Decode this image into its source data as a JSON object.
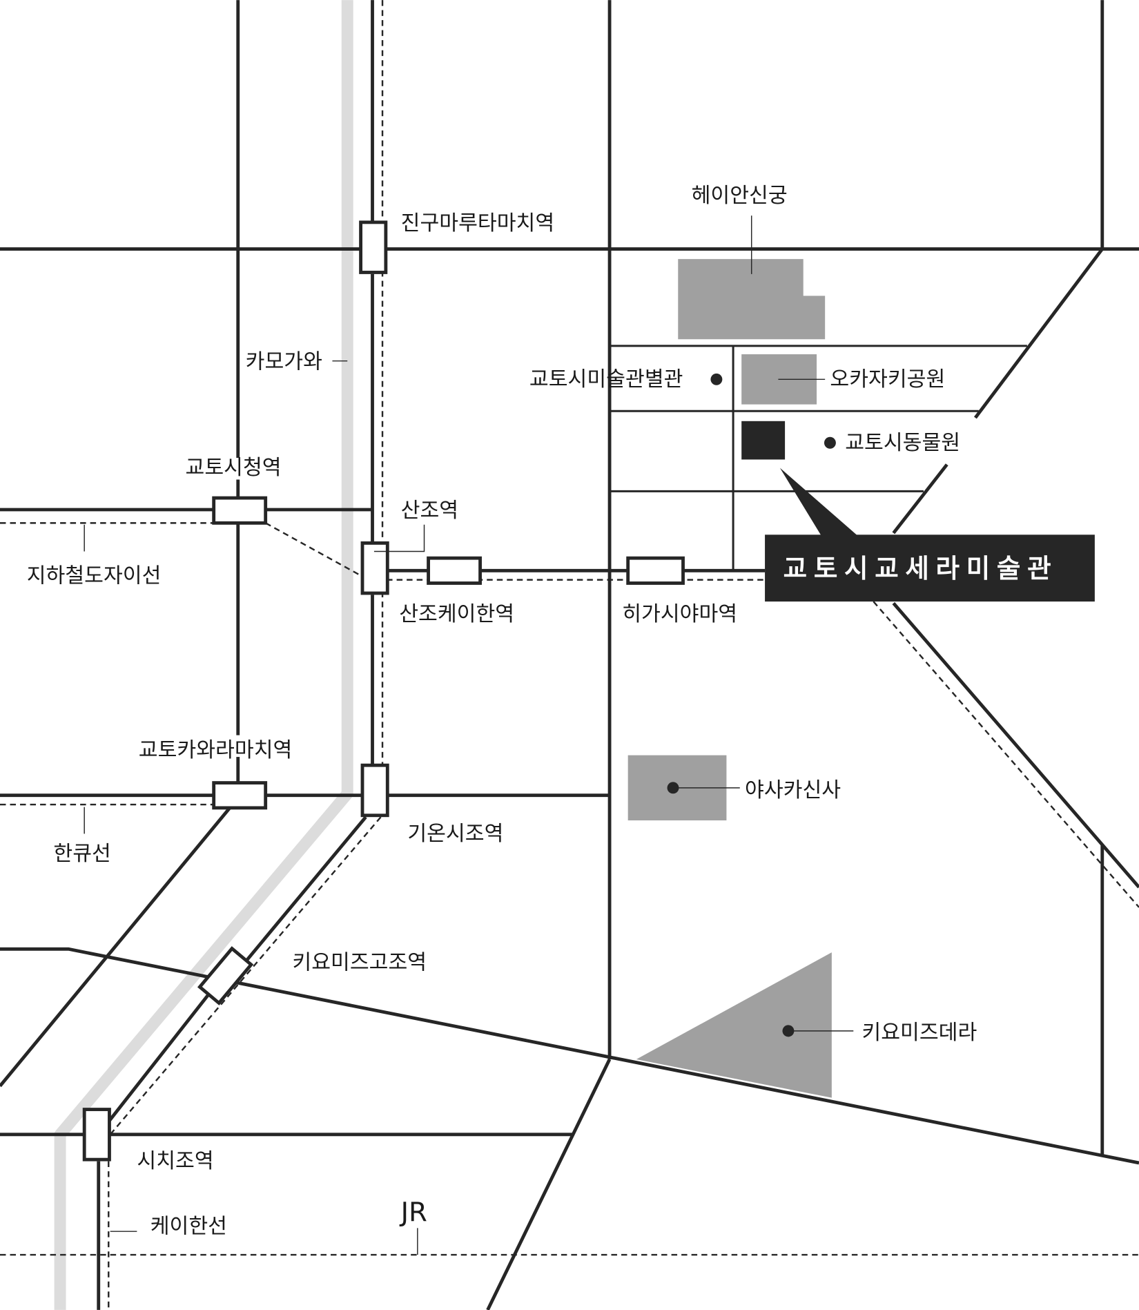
{
  "map": {
    "title": "교토시교세라미술관",
    "colors": {
      "road": "#262626",
      "landmark": "#a0a0a0",
      "river": "#dcdcdc",
      "highlight_bg": "#262626",
      "highlight_text": "#ffffff",
      "background": "#ffffff"
    },
    "stations": [
      {
        "id": "jingu-marutamachi",
        "label": "진구마루타마치역"
      },
      {
        "id": "kyoto-shiyakusho",
        "label": "교토시청역"
      },
      {
        "id": "sanjo",
        "label": "산조역"
      },
      {
        "id": "sanjo-keihan",
        "label": "산조케이한역"
      },
      {
        "id": "higashiyama",
        "label": "히가시야마역"
      },
      {
        "id": "kyoto-kawaramachi",
        "label": "교토카와라마치역"
      },
      {
        "id": "gion-shijo",
        "label": "기온시조역"
      },
      {
        "id": "kiyomizu-gojo",
        "label": "키요미즈고조역"
      },
      {
        "id": "shichijo",
        "label": "시치조역"
      }
    ],
    "lines": [
      {
        "id": "tozai",
        "label": "지하철도자이선"
      },
      {
        "id": "hankyu",
        "label": "한큐선"
      },
      {
        "id": "keihan",
        "label": "케이한선"
      },
      {
        "id": "jr",
        "label": "JR"
      }
    ],
    "river": {
      "label": "카모가와"
    },
    "landmarks": [
      {
        "id": "heian-jingu",
        "label": "헤이안신궁"
      },
      {
        "id": "museum-annex",
        "label": "교토시미술관별관"
      },
      {
        "id": "okazaki-park",
        "label": "오카자키공원"
      },
      {
        "id": "kyoto-zoo",
        "label": "교토시동물원"
      },
      {
        "id": "yasaka-shrine",
        "label": "야사카신사"
      },
      {
        "id": "kiyomizu-dera",
        "label": "키요미즈데라"
      }
    ],
    "destination": {
      "label": "교토시교세라미술관"
    }
  }
}
